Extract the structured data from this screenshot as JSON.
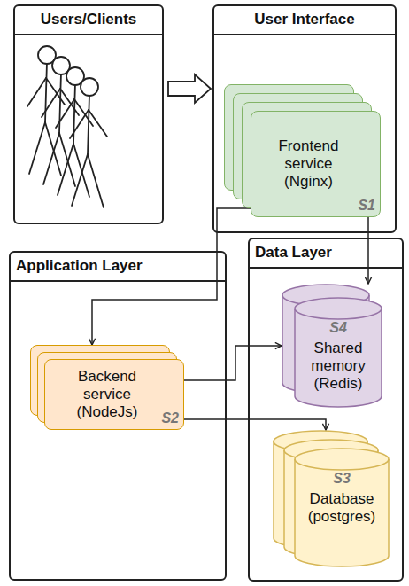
{
  "diagram": {
    "nodes": [
      {
        "text": [
          "Users/Clients"
        ]
      },
      {
        "text": [
          "User Interface"
        ]
      },
      {
        "text": [
          "Frontend service (Nginx)",
          "S1"
        ],
        "in": 1
      },
      {
        "text": [
          "Application Layer"
        ]
      },
      {
        "text": [
          "Backend service (NodeJs)",
          "S2"
        ],
        "in": 3
      },
      {
        "text": [
          "Data Layer"
        ]
      },
      {
        "text": [
          "Shared memory (Redis)",
          "S4"
        ],
        "in": 5
      },
      {
        "text": [
          "Database (postgres)",
          "S3"
        ],
        "in": 5
      }
    ],
    "edges": [
      {
        "from": 0,
        "to": 1,
        "arrow": "to"
      },
      {
        "from": 2,
        "to": 4,
        "arrow": "to"
      },
      {
        "from": 2,
        "to": 6,
        "arrow": "to"
      },
      {
        "from": 4,
        "to": 6,
        "arrow": "to"
      },
      {
        "from": 4,
        "to": 7,
        "arrow": "to"
      }
    ]
  }
}
